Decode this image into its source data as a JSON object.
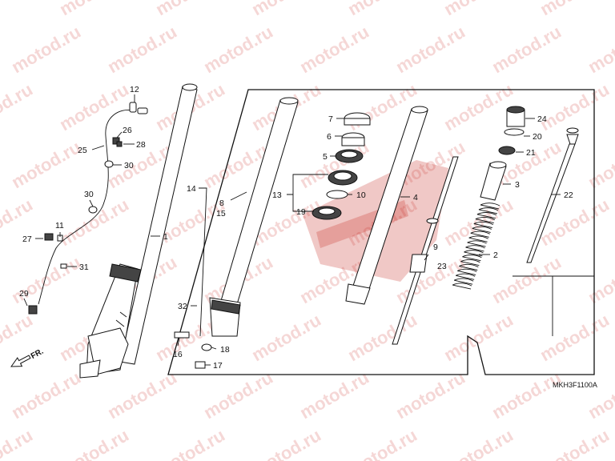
{
  "diagram": {
    "code": "MKH3F1100A",
    "direction_label": "FR.",
    "watermark_text": "motod.ru",
    "accent_color": "#c5241d",
    "labels": [
      {
        "id": "1"
      },
      {
        "id": "2"
      },
      {
        "id": "3"
      },
      {
        "id": "4"
      },
      {
        "id": "5"
      },
      {
        "id": "6"
      },
      {
        "id": "7"
      },
      {
        "id": "8"
      },
      {
        "id": "9"
      },
      {
        "id": "10"
      },
      {
        "id": "11"
      },
      {
        "id": "12"
      },
      {
        "id": "13"
      },
      {
        "id": "14"
      },
      {
        "id": "15"
      },
      {
        "id": "16"
      },
      {
        "id": "17"
      },
      {
        "id": "18"
      },
      {
        "id": "19"
      },
      {
        "id": "20"
      },
      {
        "id": "21"
      },
      {
        "id": "22"
      },
      {
        "id": "23"
      },
      {
        "id": "24"
      },
      {
        "id": "25"
      },
      {
        "id": "26"
      },
      {
        "id": "27"
      },
      {
        "id": "28"
      },
      {
        "id": "29"
      },
      {
        "id": "30"
      },
      {
        "id": "30"
      },
      {
        "id": "31"
      },
      {
        "id": "32"
      }
    ]
  }
}
